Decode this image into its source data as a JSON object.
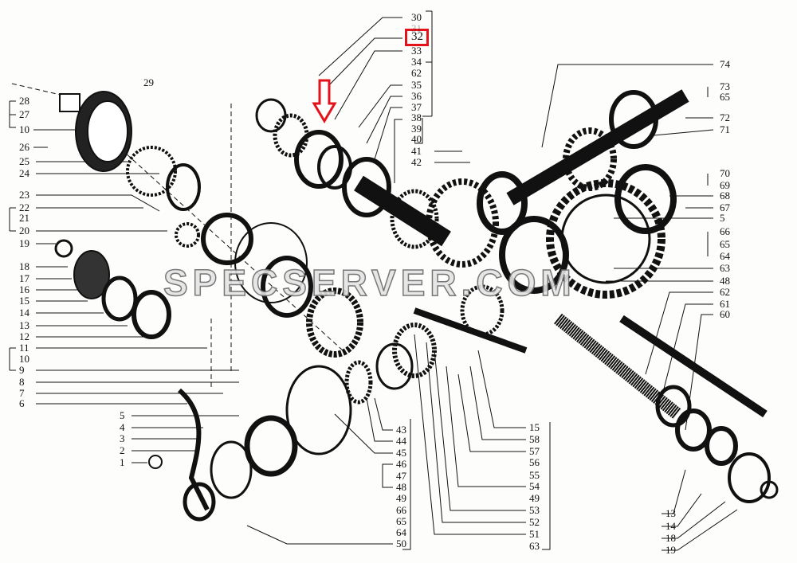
{
  "diagram": {
    "title": "Exploded gearbox assembly parts diagram",
    "highlight_color": "#e3121b",
    "highlighted_part": "32",
    "watermark": "SPECSERVER.COM"
  },
  "labels": {
    "left_column": [
      "28",
      "27",
      "10",
      "26",
      "25",
      "24",
      "23",
      "22",
      "21",
      "20",
      "19",
      "18",
      "17",
      "16",
      "15",
      "14",
      "13",
      "12",
      "11",
      "10",
      "9",
      "8",
      "7",
      "6"
    ],
    "lower_left": [
      "5",
      "4",
      "3",
      "2",
      "1"
    ],
    "top_left": [
      "29"
    ],
    "top_center": [
      "30",
      "31",
      "32",
      "33",
      "34",
      "62",
      "35",
      "36",
      "37",
      "38",
      "39",
      "40",
      "41",
      "42"
    ],
    "right_column": [
      "74",
      "73",
      "65",
      "72",
      "71",
      "70",
      "69",
      "68",
      "67",
      "5",
      "66",
      "65",
      "64",
      "63",
      "48",
      "62",
      "61",
      "60"
    ],
    "bottom_center_left": [
      "43",
      "44",
      "45",
      "46",
      "47",
      "48",
      "49",
      "66",
      "65",
      "64",
      "50"
    ],
    "bottom_center_right": [
      "15",
      "58",
      "57",
      "56",
      "55",
      "54",
      "49",
      "53",
      "52",
      "51",
      "63"
    ],
    "bottom_right": [
      "13",
      "14",
      "18",
      "19"
    ]
  }
}
